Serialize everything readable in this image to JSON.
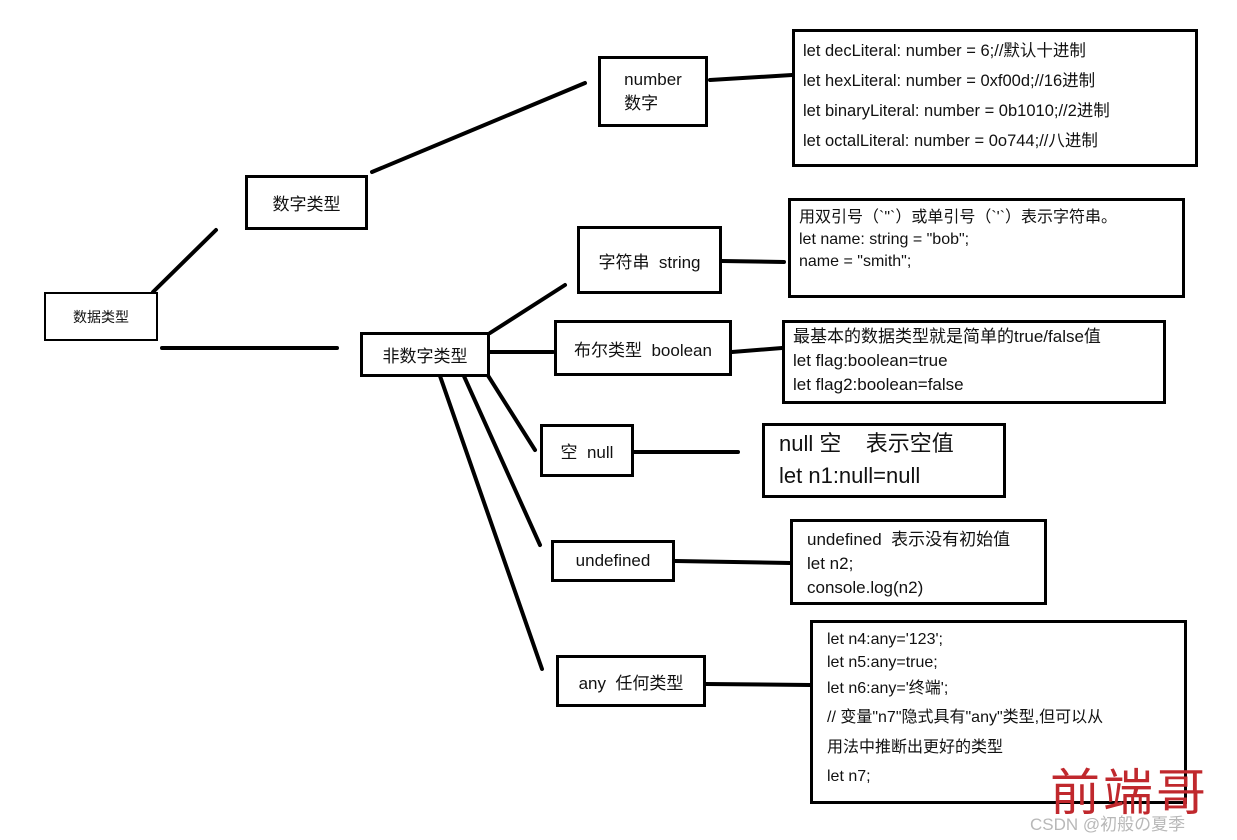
{
  "nodes": {
    "root": "数据类型",
    "numeric": "数字类型",
    "number_line1": "number",
    "number_line2": "数字",
    "nonnumeric": "非数字类型",
    "string": "字符串  string",
    "boolean": "布尔类型  boolean",
    "null": "空  null",
    "undefined": "undefined",
    "any": "any  任何类型"
  },
  "notes": {
    "number": [
      "let decLiteral: number = 6;//默认十进制",
      "let hexLiteral: number = 0xf00d;//16进制",
      "let binaryLiteral: number = 0b1010;//2进制",
      "let octalLiteral: number = 0o744;//八进制"
    ],
    "string": [
      "用双引号（`\"`）或单引号（`'`）表示字符串。",
      "let name: string = \"bob\";",
      "name = \"smith\";"
    ],
    "boolean": [
      "最基本的数据类型就是简单的true/false值",
      "let flag:boolean=true",
      "let flag2:boolean=false"
    ],
    "null": [
      "null 空    表示空值",
      "let n1:null=null"
    ],
    "undefined": [
      "undefined  表示没有初始值",
      "let n2;",
      "console.log(n2)"
    ],
    "any": [
      "let n4:any='123';",
      "let n5:any=true;",
      "let n6:any='终端';",
      "// 变量\"n7\"隐式具有\"any\"类型,但可以从",
      "用法中推断出更好的类型",
      "let n7;"
    ]
  },
  "watermark": {
    "logo": "前端哥",
    "text": "CSDN @初般の夏季"
  },
  "colors": {
    "line": "#000000",
    "logo": "#c0282d",
    "watermark_text": "#b8b8b8"
  }
}
